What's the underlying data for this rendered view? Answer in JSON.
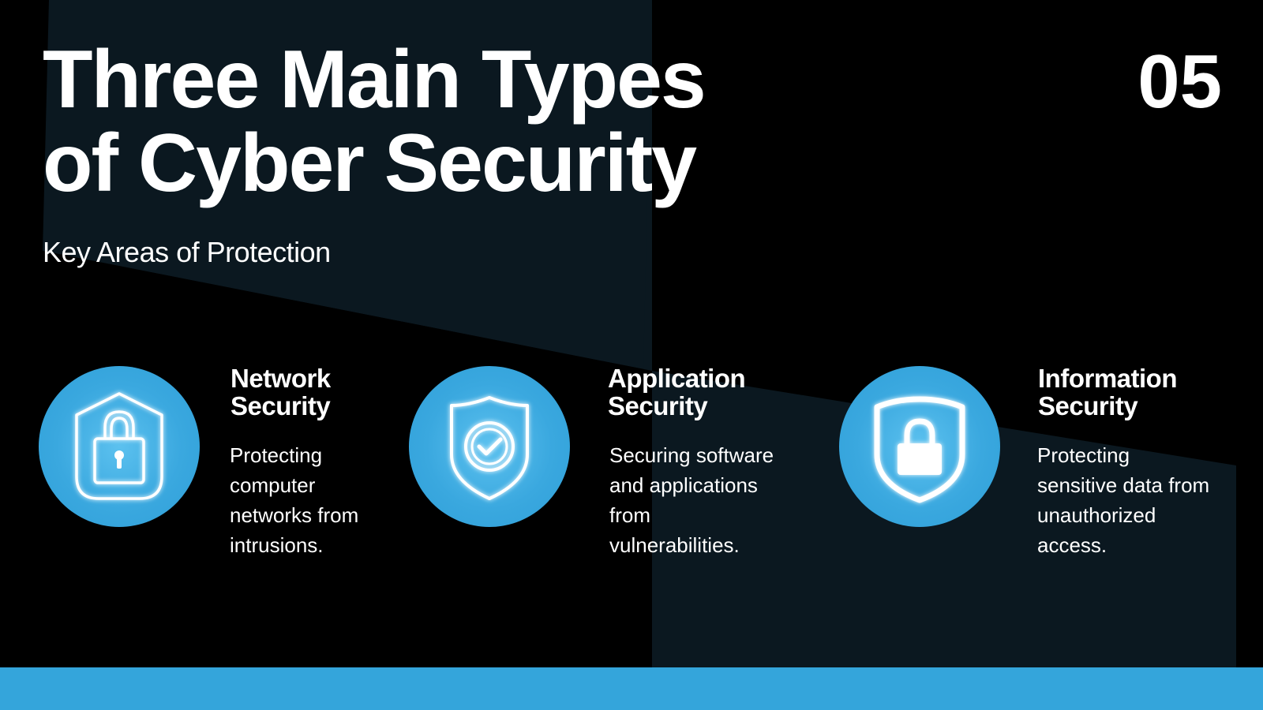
{
  "slide": {
    "title_line1": "Three Main Types",
    "title_line2": "of Cyber Security",
    "number": "05",
    "subtitle": "Key Areas of Protection"
  },
  "colors": {
    "background": "#000000",
    "panel": "#0b1820",
    "accent": "#34a5db",
    "text": "#ffffff"
  },
  "cards": [
    {
      "icon": "padlock-house-icon",
      "title_line1": "Network",
      "title_line2": "Security",
      "desc_lines": [
        "Protecting",
        "computer",
        "networks from",
        "intrusions."
      ]
    },
    {
      "icon": "shield-check-icon",
      "title_line1": "Application",
      "title_line2": "Security",
      "desc_lines": [
        "Securing software",
        "and applications",
        "from",
        "vulnerabilities."
      ]
    },
    {
      "icon": "shield-lock-icon",
      "title_line1": "Information",
      "title_line2": "Security",
      "desc_lines": [
        "Protecting",
        "sensitive data from",
        "unauthorized",
        "access."
      ]
    }
  ]
}
